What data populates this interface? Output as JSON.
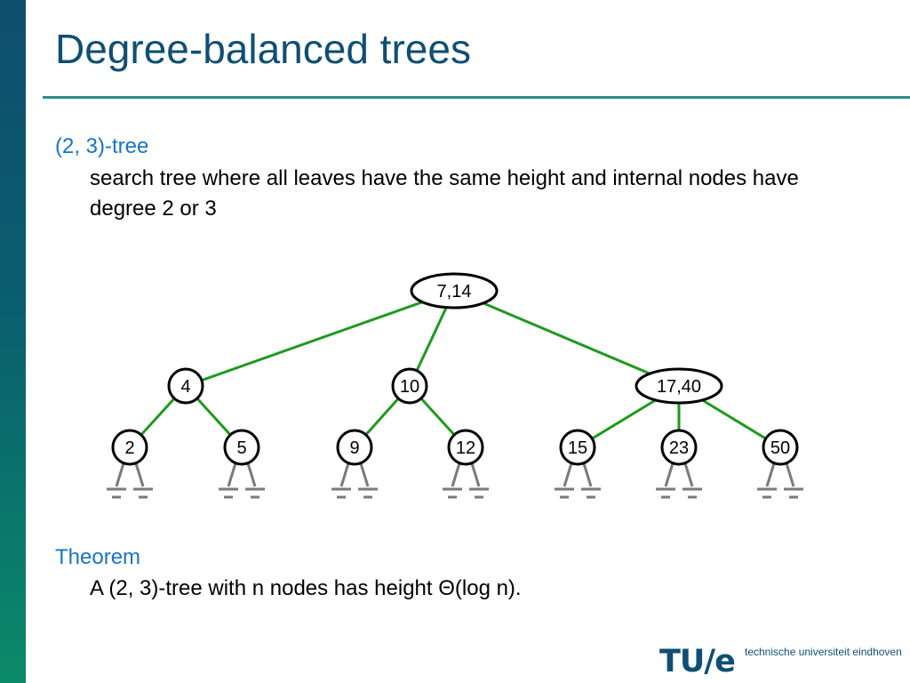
{
  "slide": {
    "title": "Degree-balanced trees"
  },
  "definition": {
    "term": "(2, 3)-tree",
    "body": "search tree where all leaves have the same height and internal nodes have degree 2 or 3"
  },
  "theorem": {
    "term": "Theorem",
    "body": "A (2, 3)-tree with n nodes has height Θ(log n)."
  },
  "tree": {
    "nodes": [
      {
        "id": "root",
        "label": "7,14"
      },
      {
        "id": "n4",
        "label": "4"
      },
      {
        "id": "n10",
        "label": "10"
      },
      {
        "id": "n1740",
        "label": "17,40"
      },
      {
        "id": "n2",
        "label": "2"
      },
      {
        "id": "n5",
        "label": "5"
      },
      {
        "id": "n9",
        "label": "9"
      },
      {
        "id": "n12",
        "label": "12"
      },
      {
        "id": "n15",
        "label": "15"
      },
      {
        "id": "n23",
        "label": "23"
      },
      {
        "id": "n50",
        "label": "50"
      }
    ],
    "edges": [
      [
        "root",
        "n4"
      ],
      [
        "root",
        "n10"
      ],
      [
        "root",
        "n1740"
      ],
      [
        "n4",
        "n2"
      ],
      [
        "n4",
        "n5"
      ],
      [
        "n10",
        "n9"
      ],
      [
        "n10",
        "n12"
      ],
      [
        "n1740",
        "n15"
      ],
      [
        "n1740",
        "n23"
      ],
      [
        "n1740",
        "n50"
      ]
    ],
    "edge_color": "#1e9a1e",
    "null_leaf_color": "#7a7a7a"
  },
  "logo": {
    "mark": "TU/e",
    "text": "technische universiteit eindhoven"
  }
}
